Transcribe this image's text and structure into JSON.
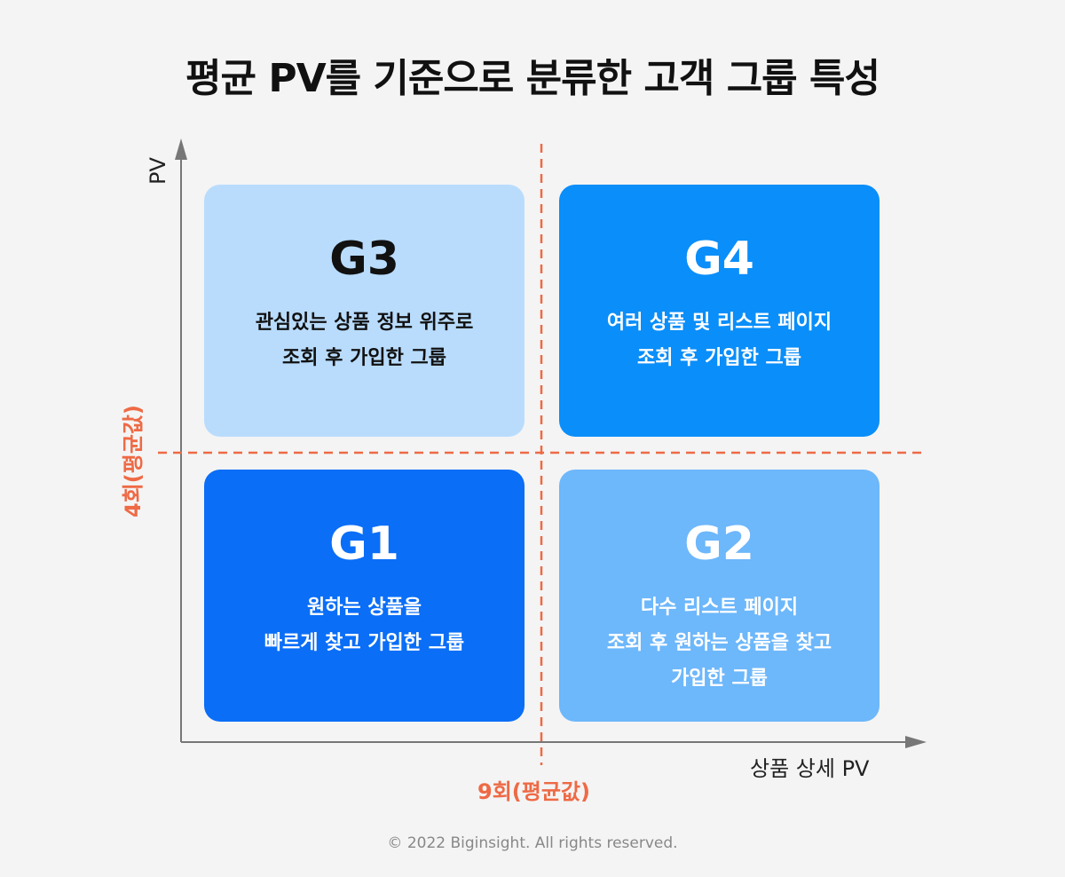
{
  "title": "평균 PV를 기준으로 분류한 고객 그룹 특성",
  "axes": {
    "y_label": "PV",
    "x_label": "상품 상세 PV",
    "x_average": "9회(평균값)",
    "y_average": "4회(평균값)"
  },
  "groups": {
    "g3": {
      "name": "G3",
      "lines": [
        "관심있는 상품 정보 위주로",
        "조회 후 가입한 그룹"
      ]
    },
    "g4": {
      "name": "G4",
      "lines": [
        "여러 상품 및 리스트 페이지",
        "조회 후 가입한 그룹"
      ]
    },
    "g1": {
      "name": "G1",
      "lines": [
        "원하는 상품을",
        "빠르게 찾고 가입한 그룹"
      ]
    },
    "g2": {
      "name": "G2",
      "lines": [
        "다수 리스트 페이지",
        "조회 후 원하는 상품을 찾고",
        "가입한 그룹"
      ]
    }
  },
  "colors": {
    "g1": "#0a6ef7",
    "g2": "#6db7fb",
    "g3": "#b9dcfd",
    "g4": "#0a8ef9",
    "average_line": "#ee6a45",
    "axis": "#777777"
  },
  "copyright": "© 2022 Biginsight. All rights reserved."
}
